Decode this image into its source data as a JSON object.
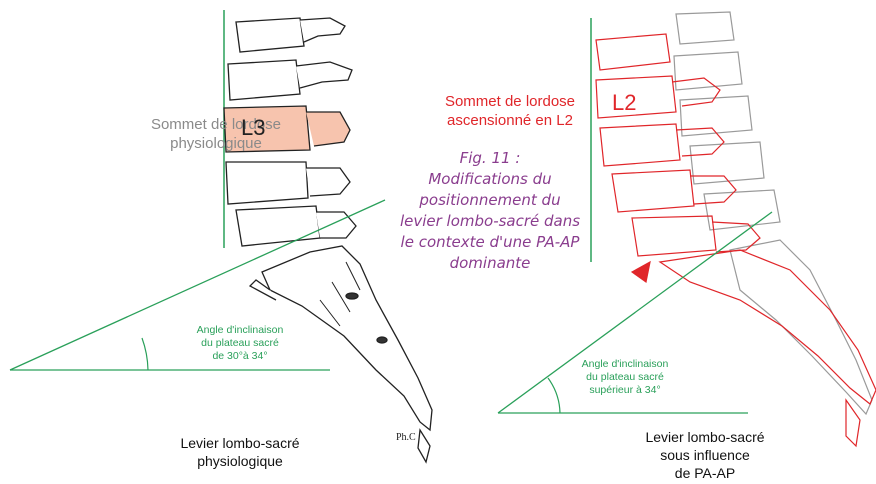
{
  "left": {
    "apex_label": [
      "Sommet de lordose",
      "physiologique"
    ],
    "vertebra_label": "L3",
    "angle_label": [
      "Angle d'inclinaison",
      "du plateau sacré",
      "de 30°à 34°"
    ],
    "caption": [
      "Levier lombo-sacré",
      "physiologique"
    ],
    "signature": "Ph.C"
  },
  "right": {
    "apex_label": [
      "Sommet de lordose",
      "ascensionné en L2"
    ],
    "vertebra_label": "L2",
    "angle_label": [
      "Angle d'inclinaison",
      "du plateau sacré",
      "supérieur à 34°"
    ],
    "caption": [
      "Levier lombo-sacré",
      "sous influence",
      "de PA-AP"
    ]
  },
  "figure_caption": [
    "Fig. 11 :",
    "Modifications du",
    "positionnement du",
    "levier lombo-sacré dans",
    "le contexte d'une PA-AP",
    "dominante"
  ],
  "colors": {
    "green": "#2aa05a",
    "red": "#e0262a",
    "grey_text": "#8a8a8a",
    "purple": "#8a3d8e",
    "highlight": "#f7c4ae"
  }
}
